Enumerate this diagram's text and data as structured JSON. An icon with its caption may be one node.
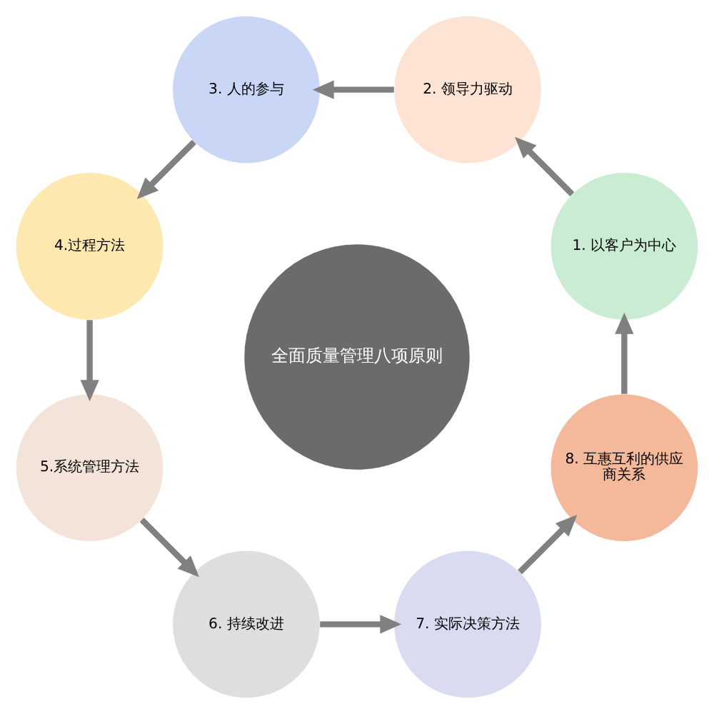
{
  "diagram": {
    "nodes": [
      {
        "text": [
          "1. 以客户为中心"
        ]
      },
      {
        "text": [
          "2. 领导力驱动"
        ]
      },
      {
        "text": [
          "3. 人的参与"
        ]
      },
      {
        "text": [
          "4.过程方法"
        ]
      },
      {
        "text": [
          "5.系统管理方法"
        ]
      },
      {
        "text": [
          "6. 持续改进"
        ]
      },
      {
        "text": [
          "7. 实际决策方法"
        ]
      },
      {
        "text": [
          "8. 互惠互利的供应商关系"
        ]
      },
      {
        "text": [
          "全面质量管理八项原则"
        ]
      }
    ],
    "edges": [
      {
        "from": 0,
        "to": 1,
        "arrow": "to"
      },
      {
        "from": 1,
        "to": 2,
        "arrow": "to"
      },
      {
        "from": 2,
        "to": 3,
        "arrow": "to"
      },
      {
        "from": 3,
        "to": 4,
        "arrow": "to"
      },
      {
        "from": 4,
        "to": 5,
        "arrow": "to"
      },
      {
        "from": 5,
        "to": 6,
        "arrow": "to"
      },
      {
        "from": 6,
        "to": 7,
        "arrow": "to"
      },
      {
        "from": 7,
        "to": 0,
        "arrow": "to"
      }
    ]
  }
}
